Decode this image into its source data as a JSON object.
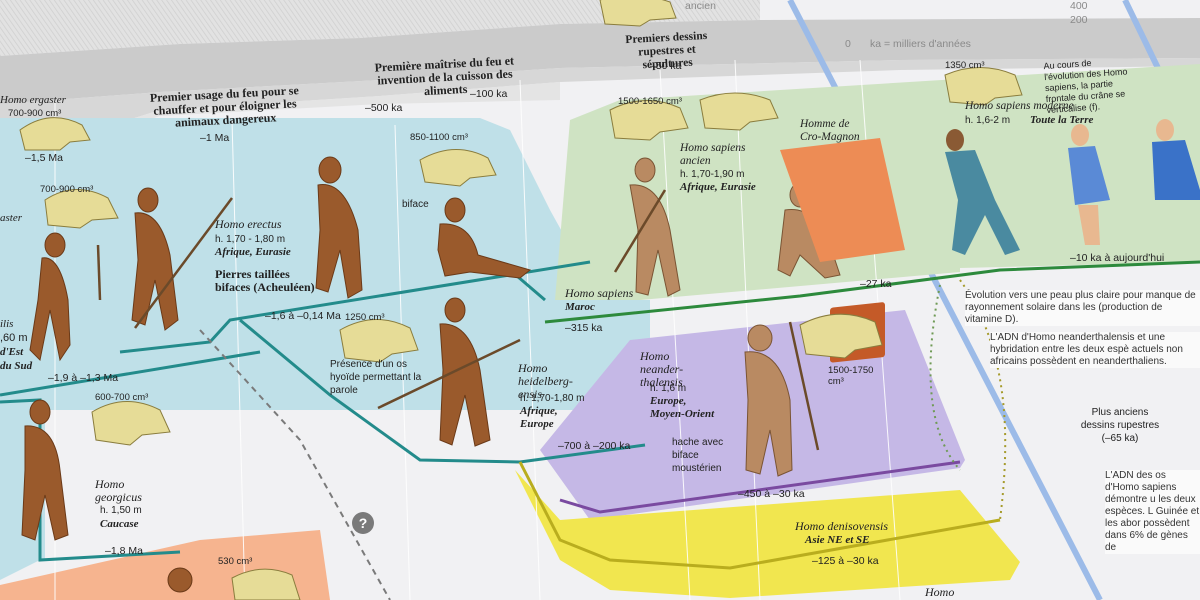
{
  "timeline": {
    "unit_label": "ka = milliers d'années",
    "scale_400": "400",
    "scale_200": "200",
    "scale_0": "0",
    "tick_1_5ma": "–1,5 Ma",
    "tick_1ma": "–1 Ma",
    "tick_500ka": "–500 ka",
    "tick_100ka": "–100 ka",
    "tick_50ka": "–50 ka"
  },
  "events": {
    "fire_use": "Premier usage du feu pour se chauffer et pour éloigner les animaux dangereux",
    "fire_mastery": "Première maîtrise du feu et invention de la cuisson des aliments",
    "cave_art": "Premiers dessins rupestres et sépultures",
    "top_species_fragment": "ancien"
  },
  "species": {
    "ergaster": {
      "name": "Homo ergaster",
      "cranial": "700-900 cm³",
      "left_fragment": "aster"
    },
    "habilis": {
      "lines": [
        "ilis",
        ",60 m",
        "d'Est",
        "du Sud"
      ]
    },
    "erectus": {
      "name": "Homo erectus",
      "height": "h. 1,70 - 1,80 m",
      "region": "Afrique, Eurasie",
      "cranial_a": "700-900 cm³",
      "cranial_b": "850-1100 cm³",
      "tool_label": "biface",
      "tool_name": "Pierres taillées bifaces (Acheuléen)",
      "dates": "–1,6 à –0,14 Ma"
    },
    "first_dates": "–1,9 à –1,3 Ma",
    "georgicus": {
      "name": "Homo georgicus",
      "height": "h. 1,50 m",
      "region": "Caucase",
      "cranial": "600-700 cm³",
      "dates": "–1,8 Ma"
    },
    "heidelbergensis": {
      "name": "Homo heidelberg-ensis",
      "height": "h. 1,70-1,80 m",
      "region": "Afrique, Europe",
      "cranial": "1250 cm³",
      "note": "Présence d'un os hyoïde permettant la parole",
      "dates": "–700 à –200 ka"
    },
    "sapiens_maroc": {
      "name": "Homo sapiens",
      "region": "Maroc",
      "dates": "–315 ka"
    },
    "sapiens_ancien": {
      "name": "Homo sapiens ancien",
      "height": "h. 1,70-1,90 m",
      "region": "Afrique, Eurasie",
      "cranial": "1500-1650 cm³"
    },
    "cromagnon": {
      "name": "Homme de Cro-Magnon",
      "dates": "–27 ka"
    },
    "sapiens_moderne": {
      "name": "Homo sapiens moderne",
      "height": "h. 1,6-2 m",
      "region": "Toute la Terre",
      "cranial": "1350 cm³",
      "dates": "–10 ka à aujourd'hui",
      "note": "Au cours de l'évolution des Homo sapiens, la partie frontale du crâne se verticalise (f)."
    },
    "neanderthalensis": {
      "name": "Homo neander-thalensis",
      "height": "h. 1,6 m",
      "region": "Europe, Moyen-Orient",
      "cranial": "1500-1750 cm³",
      "tool": "hache avec biface moustérien",
      "dates": "–450 à –30 ka"
    },
    "denisovensis": {
      "name": "Homo denisovensis",
      "region": "Asie NE et SE",
      "dates": "–125 à –30 ka"
    },
    "bottom_cranial": "530 cm³",
    "bottom_fragment": "Homo"
  },
  "notes": {
    "skin": "Évolution vers une peau plus claire pour manque de rayonnement solaire dans les (production de vitamine D).",
    "adn_neander": "L'ADN d'Homo neanderthalensis et une hybridation entre les deux espè actuels non africains possèdent en neanderthaliens.",
    "cave": "Plus anciens dessins rupestres (–65 ka)",
    "adn_denisova": "L'ADN des os d'Homo sapiens démontre u les deux espèces. L Guinée et les abor possèdent dans 6% de gènes de"
  },
  "icons": {
    "question": "?"
  },
  "colors": {
    "band_blue": "#bfe0e8",
    "band_green": "#cfe3c3",
    "band_purple": "#c5b8e6",
    "band_yellow": "#f1e64f",
    "band_orange": "#f6b48f",
    "line_teal": "#238b8b",
    "line_green": "#2d8a3c",
    "line_purple": "#7a4aa0",
    "line_yellow": "#b9ad1e"
  }
}
